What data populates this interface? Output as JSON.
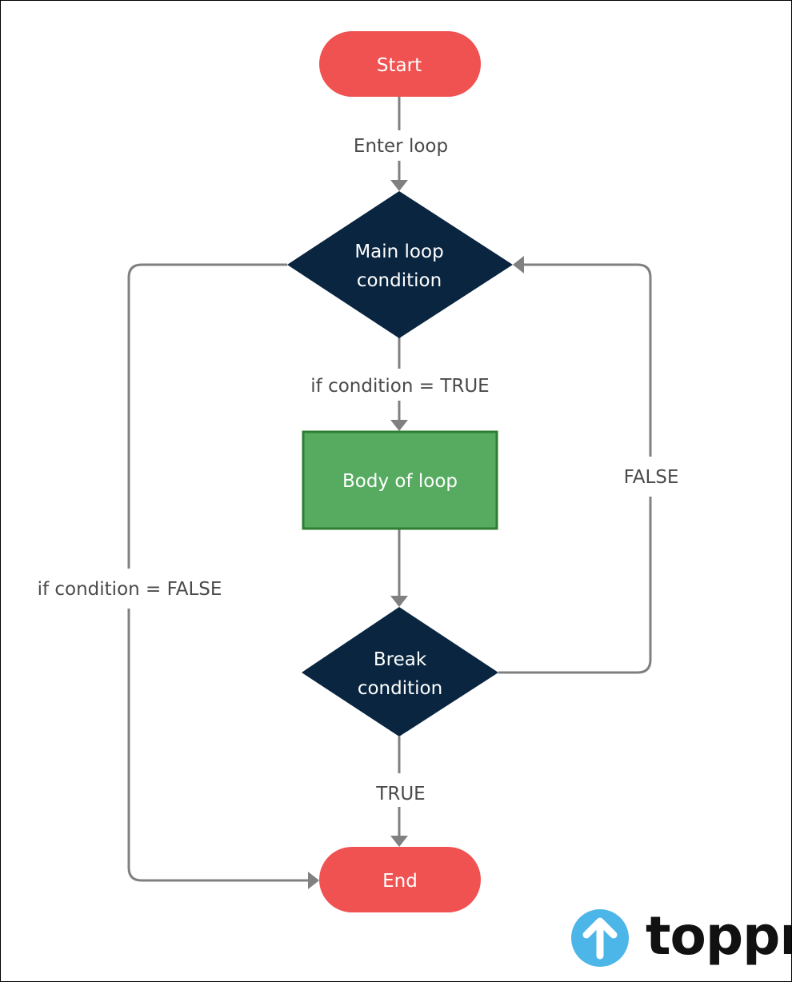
{
  "nodes": {
    "start": {
      "label": "Start"
    },
    "main_condition": {
      "lines": [
        "Main loop",
        "condition"
      ]
    },
    "body": {
      "label": "Body of loop"
    },
    "break_condition": {
      "lines": [
        "Break",
        "condition"
      ]
    },
    "end": {
      "label": "End"
    }
  },
  "edges": {
    "enter_loop": "Enter loop",
    "condition_true": "if condition = TRUE",
    "condition_false": "if condition = FALSE",
    "break_false": "FALSE",
    "break_true": "TRUE"
  },
  "logo": {
    "name": "toppr"
  },
  "colors": {
    "terminal": "#f05252",
    "decision": "#0a2540",
    "process": "#56ab60",
    "process_border": "#2e7d32",
    "connector": "#808080",
    "logo_icon": "#4db6e8"
  },
  "icons": {
    "logo_icon": "up-arrow-circle-icon"
  }
}
